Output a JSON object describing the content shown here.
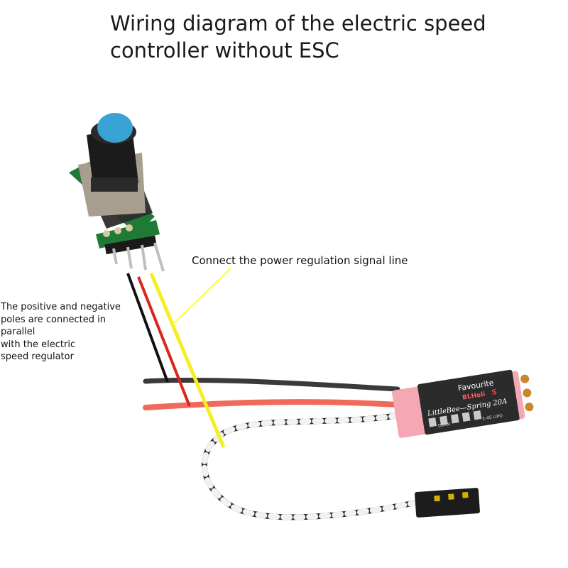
{
  "title": {
    "line1": "Wiring diagram of the electric speed",
    "line2": "controller without ESC"
  },
  "annotations": {
    "signal_line": "Connect the power regulation signal line",
    "poles": {
      "line1": "The positive and negative",
      "line2": "poles are connected in parallel",
      "line3": "with the electric",
      "line4": "speed regulator"
    }
  },
  "esc_board": {
    "brand": "Favourite",
    "firmware": "BLHeli",
    "firmware_suffix": "S",
    "model": "LittleBee—Spring 20A",
    "sub1": "Dshot",
    "sub2": "2-4S LIPO"
  },
  "colors": {
    "pcb": "#1f7a36",
    "knob_cap": "#3aa3d6",
    "annotation_line": "#ffff33",
    "wire_black": "#222222",
    "wire_red": "#d9261c",
    "wire_signal": "#f4ee22",
    "esc_red_wire": "#ef6a5a",
    "esc_black_wire": "#3a3a3a"
  }
}
